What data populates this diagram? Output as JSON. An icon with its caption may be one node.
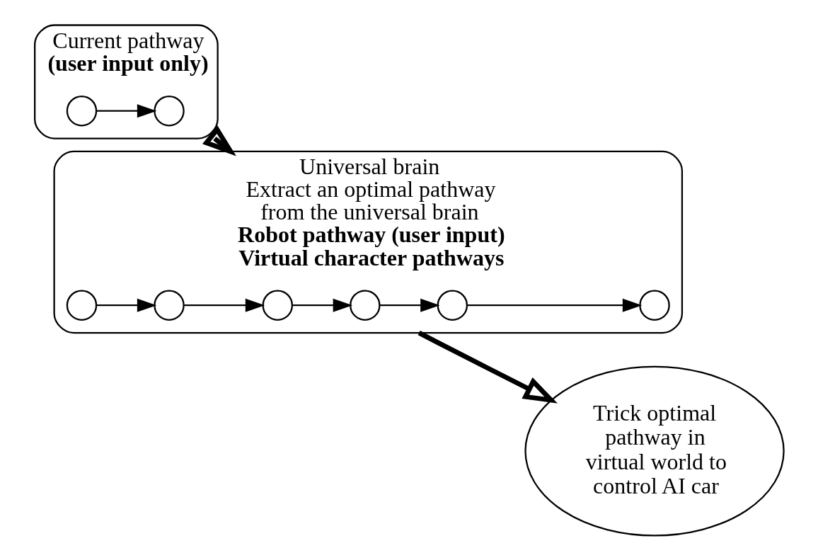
{
  "diagram": {
    "nodes": [
      {
        "text": [
          "Current pathway",
          "(user input only)"
        ]
      },
      {
        "text": [],
        "shape": "circle",
        "in": 0
      },
      {
        "text": [],
        "shape": "circle",
        "in": 0
      },
      {
        "text": [
          "Universal brain",
          "Extract an optimal pathway from the universal brain",
          "Robot pathway (user input)",
          "Virtual character pathways"
        ]
      },
      {
        "text": [],
        "shape": "circle",
        "in": 3
      },
      {
        "text": [],
        "shape": "circle",
        "in": 3
      },
      {
        "text": [],
        "shape": "circle",
        "in": 3
      },
      {
        "text": [],
        "shape": "circle",
        "in": 3
      },
      {
        "text": [],
        "shape": "circle",
        "in": 3
      },
      {
        "text": [],
        "shape": "circle",
        "in": 3
      },
      {
        "text": [
          "Trick optimal pathway in virtual world to control AI car"
        ]
      }
    ],
    "edges": [
      {
        "from": 1,
        "to": 2,
        "arrow": "to"
      },
      {
        "from": 0,
        "to": 3,
        "arrow": "to",
        "style": "thick"
      },
      {
        "from": 4,
        "to": 5,
        "arrow": "to"
      },
      {
        "from": 5,
        "to": 6,
        "arrow": "to"
      },
      {
        "from": 6,
        "to": 7,
        "arrow": "to"
      },
      {
        "from": 7,
        "to": 8,
        "arrow": "to"
      },
      {
        "from": 8,
        "to": 9,
        "arrow": "to"
      },
      {
        "from": 3,
        "to": 10,
        "arrow": "to",
        "style": "thick"
      }
    ]
  }
}
